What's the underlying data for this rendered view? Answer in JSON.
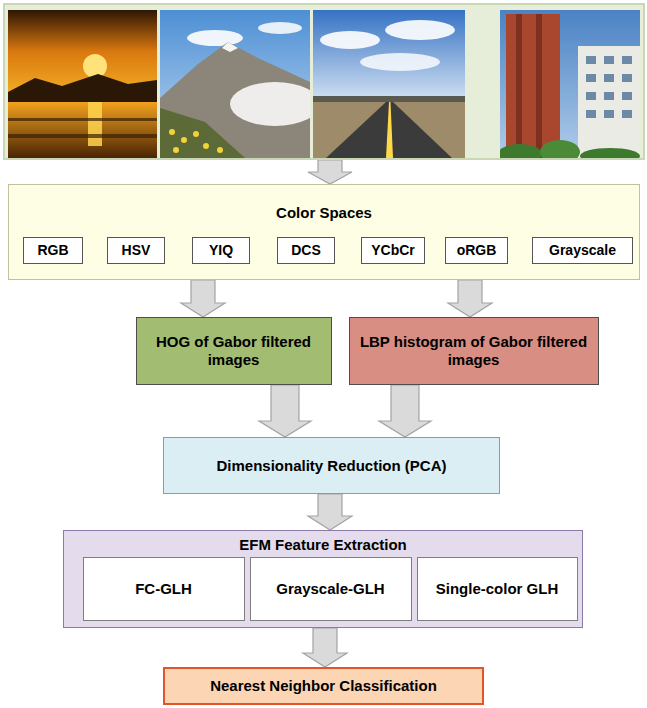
{
  "diagram": {
    "nodes": [
      {
        "text": [
          "..."
        ]
      },
      {
        "text": [
          "Color Spaces"
        ]
      },
      {
        "text": [
          "RGB"
        ],
        "in": 1
      },
      {
        "text": [
          "HSV"
        ],
        "in": 1
      },
      {
        "text": [
          "YIQ"
        ],
        "in": 1
      },
      {
        "text": [
          "DCS"
        ],
        "in": 1
      },
      {
        "text": [
          "YCbCr"
        ],
        "in": 1
      },
      {
        "text": [
          "oRGB"
        ],
        "in": 1
      },
      {
        "text": [
          "Grayscale"
        ],
        "in": 1
      },
      {
        "text": [
          "HOG of Gabor filtered images"
        ]
      },
      {
        "text": [
          "LBP histogram of Gabor filtered images"
        ]
      },
      {
        "text": [
          "Dimensionality Reduction (PCA)"
        ]
      },
      {
        "text": [
          "EFM Feature Extraction"
        ]
      },
      {
        "text": [
          "FC-GLH"
        ],
        "in": 12
      },
      {
        "text": [
          "Grayscale-GLH"
        ],
        "in": 12
      },
      {
        "text": [
          "Single-color GLH"
        ],
        "in": 12
      },
      {
        "text": [
          "Nearest Neighbor Classification"
        ]
      }
    ],
    "edges": [
      {
        "from": 0,
        "to": 1,
        "arrow": "to"
      },
      {
        "from": 1,
        "to": 9,
        "arrow": "to"
      },
      {
        "from": 1,
        "to": 10,
        "arrow": "to"
      },
      {
        "from": 9,
        "to": 11,
        "arrow": "to"
      },
      {
        "from": 10,
        "to": 11,
        "arrow": "to"
      },
      {
        "from": 11,
        "to": 12,
        "arrow": "to"
      },
      {
        "from": 12,
        "to": 16,
        "arrow": "to"
      }
    ]
  }
}
